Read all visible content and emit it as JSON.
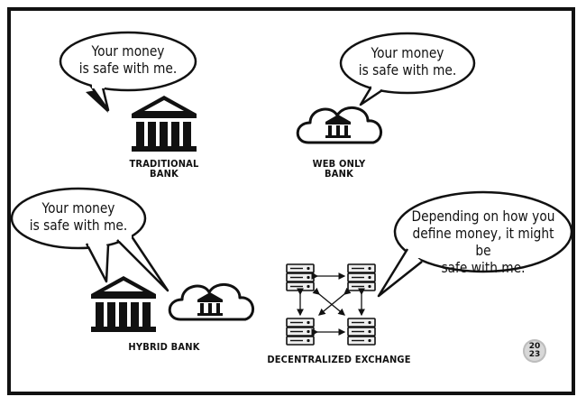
{
  "bubbles": {
    "traditional": {
      "line1": "Your money",
      "line2": "is safe with me."
    },
    "web_only": {
      "line1": "Your money",
      "line2": "is safe with me."
    },
    "hybrid": {
      "line1": "Your money",
      "line2": "is safe with me."
    },
    "dex": {
      "line1": "Depending on how you",
      "line2": "define money, it might be",
      "line3": "safe with me."
    }
  },
  "captions": {
    "traditional": {
      "line1": "TRADITIONAL",
      "line2": "BANK"
    },
    "web_only": {
      "line1": "WEB ONLY",
      "line2": "BANK"
    },
    "hybrid": {
      "line1": "HYBRID BANK"
    },
    "dex": {
      "line1": "DECENTRALIZED EXCHANGE"
    }
  },
  "badge": {
    "line1": "20",
    "line2": "23"
  },
  "icons": {
    "traditional": "bank-building-icon",
    "web_only": "cloud-bank-icon",
    "hybrid": [
      "bank-building-icon",
      "cloud-bank-icon"
    ],
    "dex": "server-network-icon"
  },
  "colors": {
    "ink": "#111111",
    "paper": "#ffffff",
    "badge": "#d8d8d8"
  }
}
